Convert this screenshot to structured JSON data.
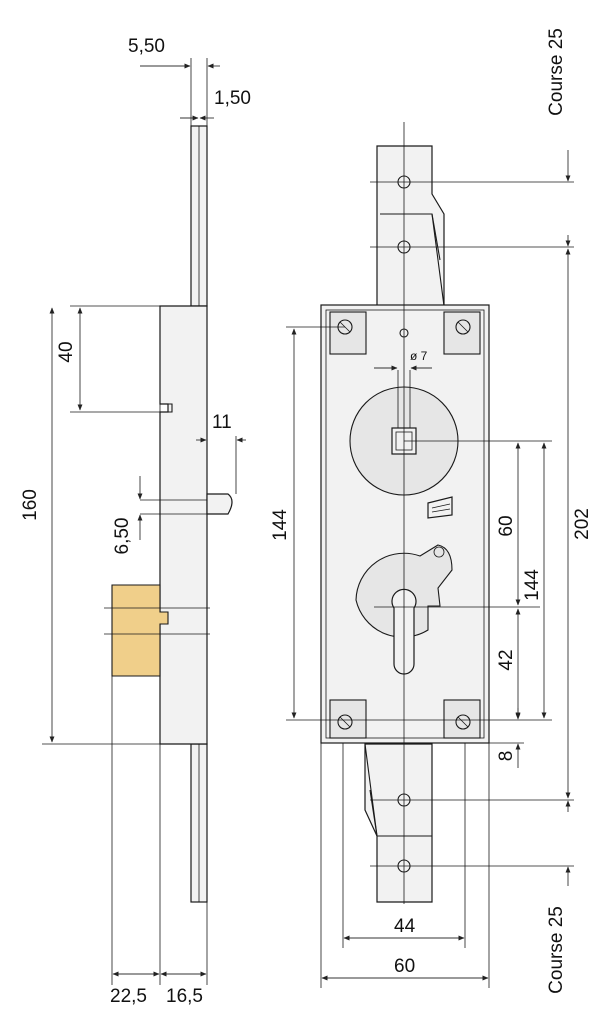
{
  "labels": {
    "d_5_50": "5,50",
    "d_1_50": "1,50",
    "d_40": "40",
    "d_160": "160",
    "d_11": "11",
    "d_6_50": "6,50",
    "d_22_5": "22,5",
    "d_16_5": "16,5",
    "d_144_left": "144",
    "d_o7": "ø 7",
    "d_60_vertical": "60",
    "d_144_right": "144",
    "d_42": "42",
    "d_8": "8",
    "d_202": "202",
    "d_44": "44",
    "d_60_bottom": "60",
    "course_top": "Course 25",
    "course_bottom": "Course 25"
  }
}
